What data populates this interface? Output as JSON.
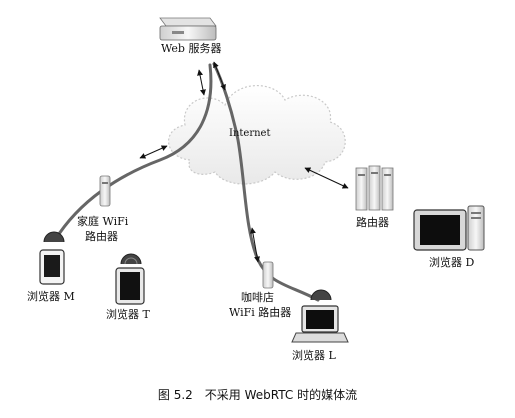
{
  "nodes": {
    "web_server": "Web 服务器",
    "internet": "Internet",
    "home_router": [
      "家庭 WiFi",
      "路由器"
    ],
    "router": "路由器",
    "cafe_router": [
      "咖啡店",
      "WiFi 路由器"
    ],
    "browser_m": "浏览器 M",
    "browser_t": "浏览器 T",
    "browser_l": "浏览器 L",
    "browser_d": "浏览器 D"
  },
  "caption": "图 5.2　不采用 WebRTC 时的媒体流"
}
